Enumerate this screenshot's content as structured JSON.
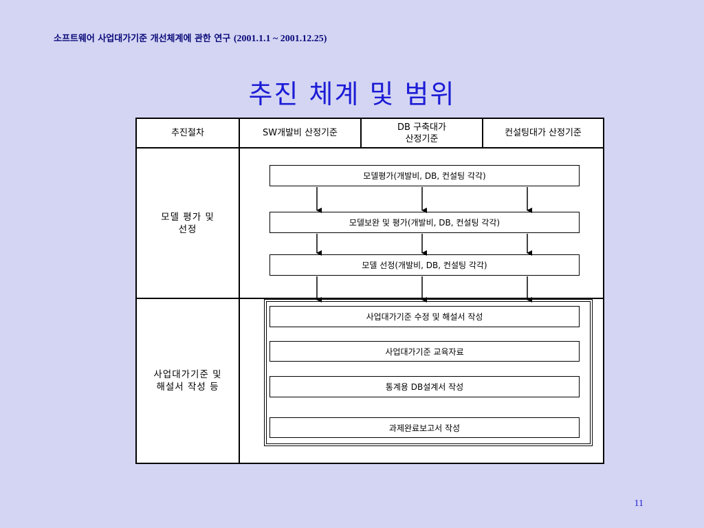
{
  "header": {
    "text": "소프트웨어 사업대가기준 개선체계에 관한 연구",
    "range": "(2001.1.1 ~ 2001.12.25)"
  },
  "title": "추진 체계 및 범위",
  "table": {
    "headers": [
      "추진절차",
      "SW개발비 산정기준",
      "DB 구축대가\n산정기준",
      "컨설팅대가 산정기준"
    ],
    "rows": [
      {
        "label": "모델 평가 및\n선정",
        "steps": [
          "모델평가(개발비, DB, 컨설팅 각각)",
          "모델보완 및 평가(개발비, DB, 컨설팅 각각)",
          "모델 선정(개발비, DB, 컨설팅 각각)"
        ]
      },
      {
        "label": "사업대가기준 및\n해설서 작성 등",
        "steps": [
          "사업대가기준 수정 및 해설서 작성",
          "사업대가기준 교육자료",
          "통계용 DB설계서 작성",
          "과제완료보고서 작성"
        ]
      }
    ]
  },
  "page_number": "11"
}
